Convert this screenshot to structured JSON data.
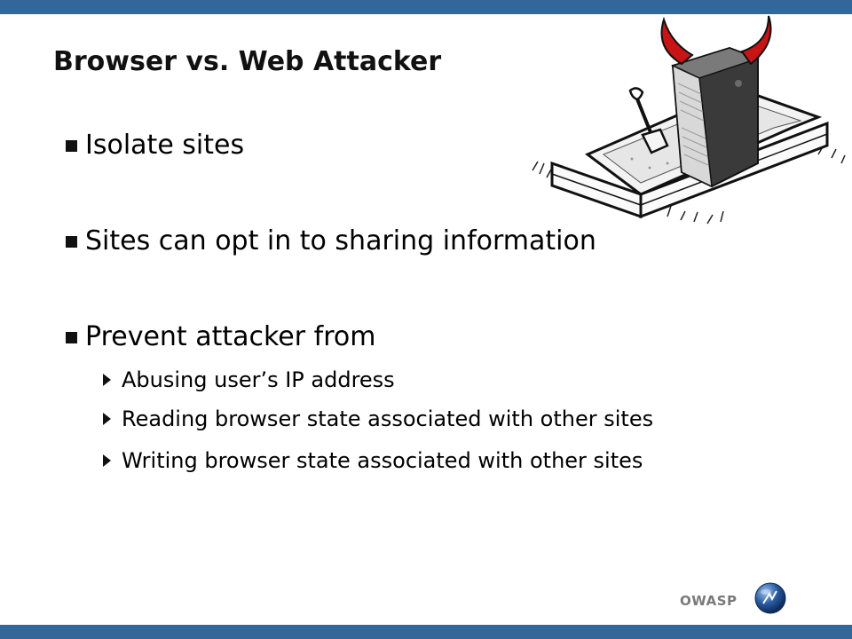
{
  "colors": {
    "bar": "#336699",
    "footer_text": "#7a7a7a",
    "logo_blue": "#2a5aa0"
  },
  "slide": {
    "title": "Browser vs. Web Attacker",
    "bullets": [
      {
        "text": "Isolate sites"
      },
      {
        "text": "Sites can opt in to sharing information"
      },
      {
        "text": "Prevent attacker from",
        "sub": [
          "Abusing user’s IP address",
          "Reading browser state associated with other sites",
          "Writing browser state associated with other sites"
        ]
      }
    ]
  },
  "footer": {
    "brand": "OWASP"
  },
  "illustration": {
    "icon": "sandbox-devil-server-icon"
  }
}
